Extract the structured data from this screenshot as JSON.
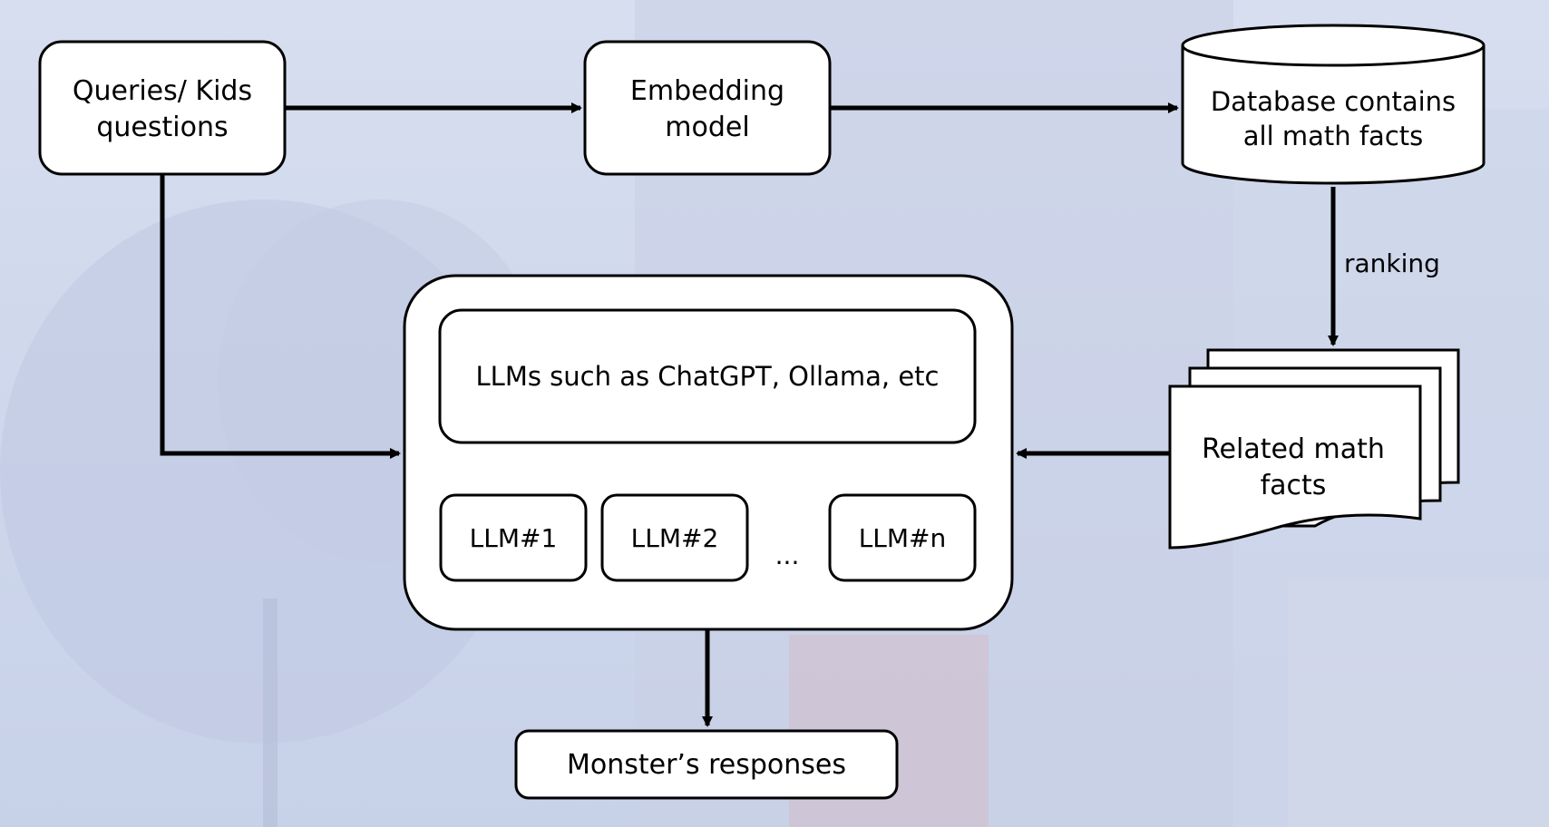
{
  "colors": {
    "background": "#d3dbee",
    "node_fill": "#ffffff",
    "stroke": "#000000",
    "text": "#000000"
  },
  "nodes": {
    "queries": {
      "line1": "Queries/ Kids",
      "line2": "questions"
    },
    "embedding": {
      "line1": "Embedding",
      "line2": "model"
    },
    "database": {
      "line1": "Database contains",
      "line2": "all math facts"
    },
    "related": {
      "line1": "Related math",
      "line2": "facts"
    },
    "llm_main": {
      "label": "LLMs such as ChatGPT, Ollama, etc"
    },
    "llm_units": [
      "LLM#1",
      "LLM#2",
      "LLM#n"
    ],
    "ellipsis": "...",
    "responses": {
      "label": "Monster’s responses"
    }
  },
  "edges": {
    "ranking_label": "ranking"
  }
}
